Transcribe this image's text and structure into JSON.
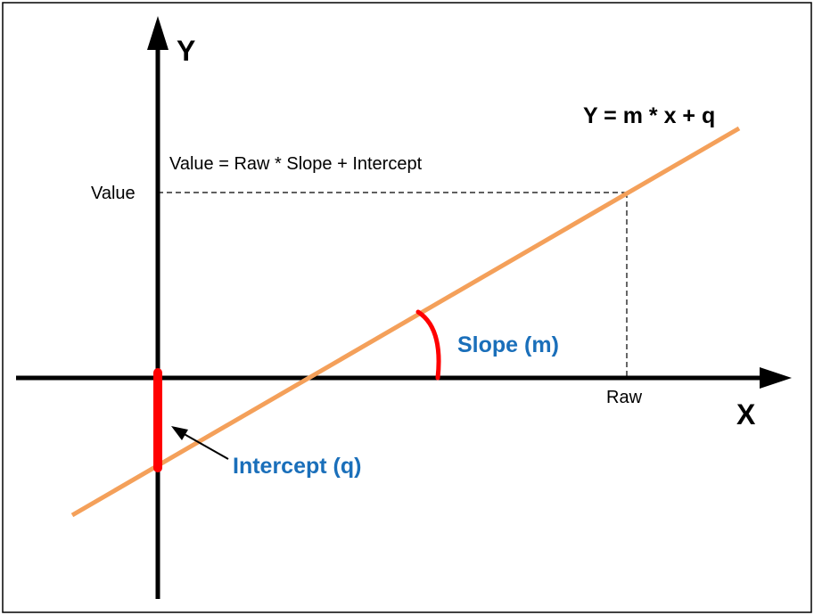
{
  "labels": {
    "y_axis": "Y",
    "x_axis": "X",
    "line_equation": "Y = m * x + q",
    "value_equation": "Value = Raw * Slope + Intercept",
    "value_tick": "Value",
    "raw_tick": "Raw",
    "slope_label": "Slope (m)",
    "intercept_label": "Intercept (q)"
  },
  "colors": {
    "axes": "#000000",
    "line": "#f4a05a",
    "highlight": "#ff0000",
    "annotation_text": "#1a6fba",
    "guides": "#000000",
    "frame": "#000000"
  }
}
